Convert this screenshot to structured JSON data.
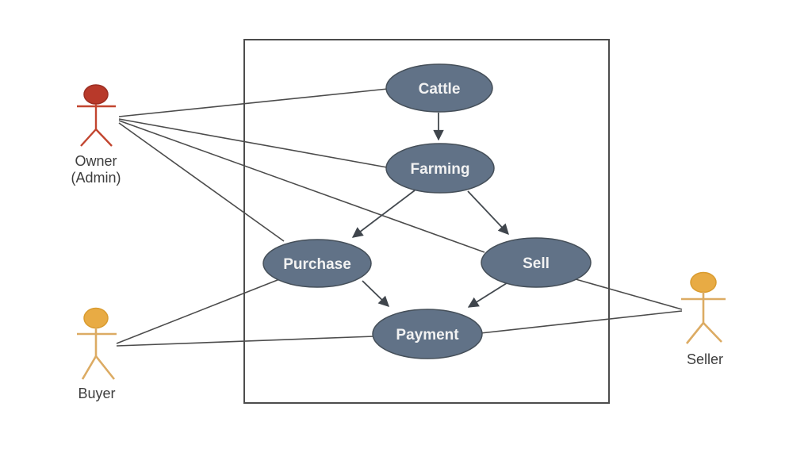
{
  "diagram_type": "uml-use-case-diagram",
  "colors": {
    "background": "#ffffff",
    "usecase_fill": "#617287",
    "usecase_stroke": "#454f59",
    "usecase_text": "#f2f2f2",
    "line": "#4c4c4c",
    "boundary_stroke": "#4c4c4c",
    "owner_actor": "#b8392a",
    "buyer_actor": "#e8ab44",
    "seller_actor": "#e8ab44",
    "actor_label_text": "#3d3d3d"
  },
  "actors": {
    "owner": {
      "name": "Owner",
      "role": "(Admin)"
    },
    "buyer": {
      "name": "Buyer"
    },
    "seller": {
      "name": "Seller"
    }
  },
  "use_cases": {
    "cattle": {
      "label": "Cattle"
    },
    "farming": {
      "label": "Farming"
    },
    "purchase": {
      "label": "Purchase"
    },
    "sell": {
      "label": "Sell"
    },
    "payment": {
      "label": "Payment"
    }
  },
  "relationships": {
    "associations": [
      {
        "from": "Owner (Admin)",
        "to": "Cattle"
      },
      {
        "from": "Owner (Admin)",
        "to": "Farming"
      },
      {
        "from": "Owner (Admin)",
        "to": "Sell"
      },
      {
        "from": "Owner (Admin)",
        "to": "Purchase"
      },
      {
        "from": "Buyer",
        "to": "Purchase"
      },
      {
        "from": "Buyer",
        "to": "Payment"
      },
      {
        "from": "Seller",
        "to": "Sell"
      },
      {
        "from": "Seller",
        "to": "Payment"
      }
    ],
    "directed_arrows": [
      {
        "from": "Cattle",
        "to": "Farming"
      },
      {
        "from": "Farming",
        "to": "Purchase"
      },
      {
        "from": "Farming",
        "to": "Sell"
      },
      {
        "from": "Purchase",
        "to": "Payment"
      },
      {
        "from": "Sell",
        "to": "Payment"
      }
    ]
  }
}
